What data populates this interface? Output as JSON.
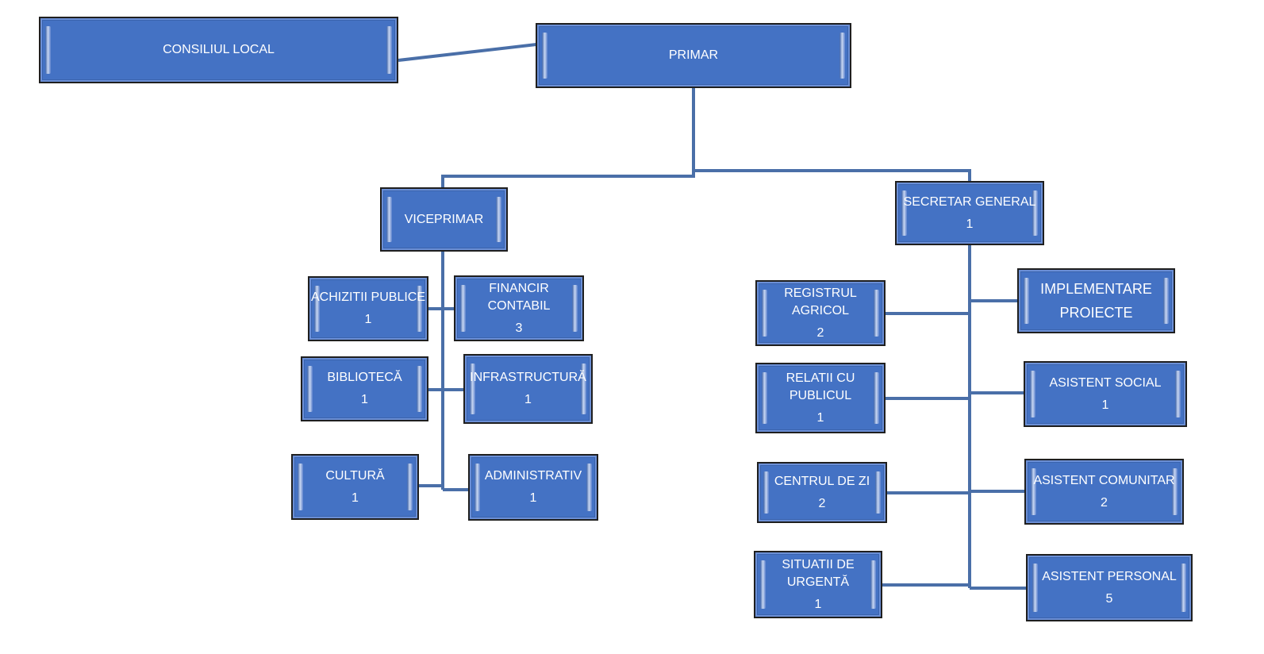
{
  "colors": {
    "box_fill": "#4472c4",
    "box_border": "#1f1f1f",
    "connector": "#4a6fa8",
    "text": "#ffffff"
  },
  "boxes": {
    "consiliul": {
      "lines": [
        "CONSILIUL LOCAL"
      ],
      "count": ""
    },
    "primar": {
      "lines": [
        "PRIMAR"
      ],
      "count": ""
    },
    "viceprimar": {
      "lines": [
        "VICEPRIMAR"
      ],
      "count": ""
    },
    "secretar": {
      "lines": [
        "SECRETAR GENERAL"
      ],
      "count": "1"
    },
    "achizitii": {
      "lines": [
        "ACHIZITII PUBLICE"
      ],
      "count": "1"
    },
    "financiar": {
      "lines": [
        "FINANCIR",
        "CONTABIL"
      ],
      "count": "3"
    },
    "biblioteca": {
      "lines": [
        "BIBLIOTECĂ"
      ],
      "count": "1"
    },
    "infrastructura": {
      "lines": [
        "INFRASTRUCTURĂ"
      ],
      "count": "1"
    },
    "cultura": {
      "lines": [
        "CULTURĂ"
      ],
      "count": "1"
    },
    "administrativ": {
      "lines": [
        "ADMINISTRATIV"
      ],
      "count": "1"
    },
    "registrul": {
      "lines": [
        "REGISTRUL",
        "AGRICOL"
      ],
      "count": "2"
    },
    "implementare": {
      "lines": [
        "IMPLEMENTARE",
        "PROIECTE"
      ],
      "count": ""
    },
    "relatii": {
      "lines": [
        "RELATII CU",
        "PUBLICUL"
      ],
      "count": "1"
    },
    "asistent_social": {
      "lines": [
        "ASISTENT SOCIAL"
      ],
      "count": "1"
    },
    "centrul": {
      "lines": [
        "CENTRUL DE ZI"
      ],
      "count": "2"
    },
    "asistent_comunitar": {
      "lines": [
        "ASISTENT COMUNITAR"
      ],
      "count": "2"
    },
    "situatii": {
      "lines": [
        "SITUATII DE",
        "URGENTĂ"
      ],
      "count": "1"
    },
    "asistent_personal": {
      "lines": [
        "ASISTENT PERSONAL"
      ],
      "count": "5"
    }
  }
}
